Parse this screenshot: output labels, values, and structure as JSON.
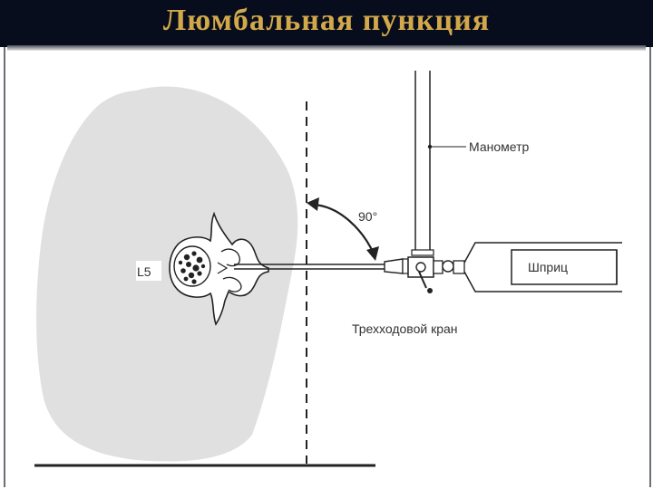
{
  "title": "Люмбальная пункция",
  "labels": {
    "manometer": "Манометр",
    "angle": "90°",
    "vertebra": "L5",
    "syringe": "Шприц",
    "stopcock": "Трехходовой кран"
  },
  "colors": {
    "title_bar": "#070d1c",
    "title_text": "#d2a84a",
    "body_shape": "#e0e0e0"
  }
}
